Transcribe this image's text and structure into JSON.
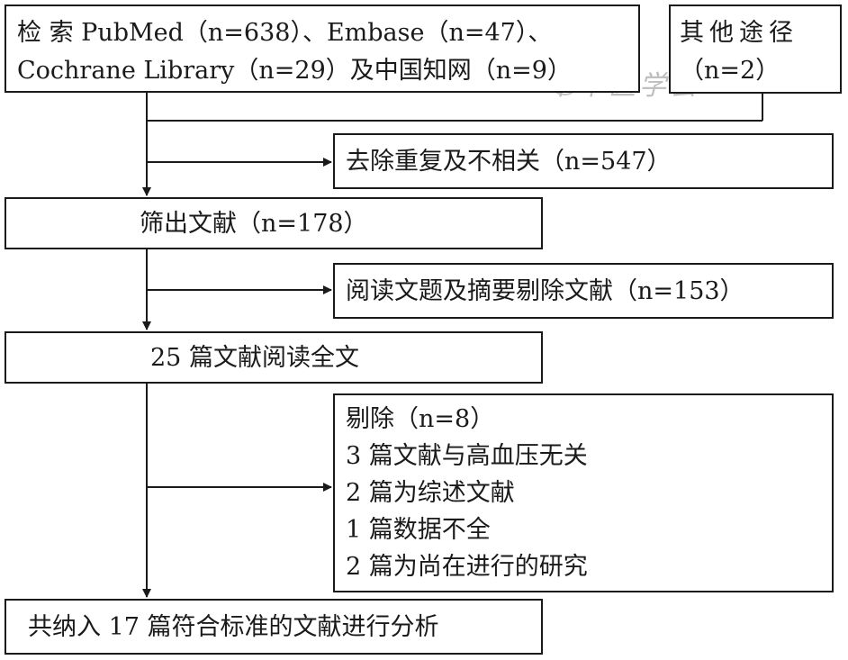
{
  "boxes": {
    "search": {
      "line1": "检  索 PubMed（n=638）、Embase（n=47）、",
      "line2": "Cochrane Library（n=29）及中国知网（n=9）"
    },
    "other": {
      "line1": "其他途径",
      "line2": "（n=2）"
    },
    "removed_duplicates": {
      "text": "去除重复及不相关（n=547）"
    },
    "screened": {
      "text": "筛出文献（n=178）"
    },
    "excluded_abstract": {
      "text": "阅读文题及摘要剔除文献（n=153）"
    },
    "full_text": {
      "text": "25 篇文献阅读全文"
    },
    "excluded_full": {
      "lines": [
        "剔除（n=8）",
        "3 篇文献与高血压无关",
        "2 篇为综述文献",
        "1 篇数据不全",
        "2 篇为尚在进行的研究"
      ]
    },
    "included": {
      "text": "共纳入 17 篇符合标准的文献进行分析"
    }
  },
  "watermark": {
    "text": "中华医学会"
  }
}
